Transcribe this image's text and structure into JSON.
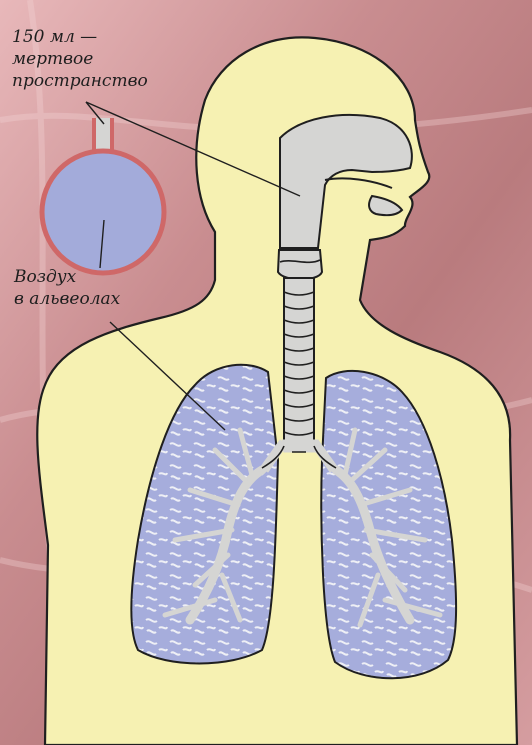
{
  "labels": {
    "dead_space": [
      "150 мл —",
      "мертвое",
      "пространство"
    ],
    "alveolar_air": [
      "Воздух",
      "в альвеолах"
    ]
  },
  "colors": {
    "background": "#d89b9e",
    "body_skin": "#f6f1b2",
    "airway": "#d5d5d3",
    "lung_air": "#a3abda",
    "balloon_wall": "#cf6868",
    "outline": "#1f1f1f"
  }
}
